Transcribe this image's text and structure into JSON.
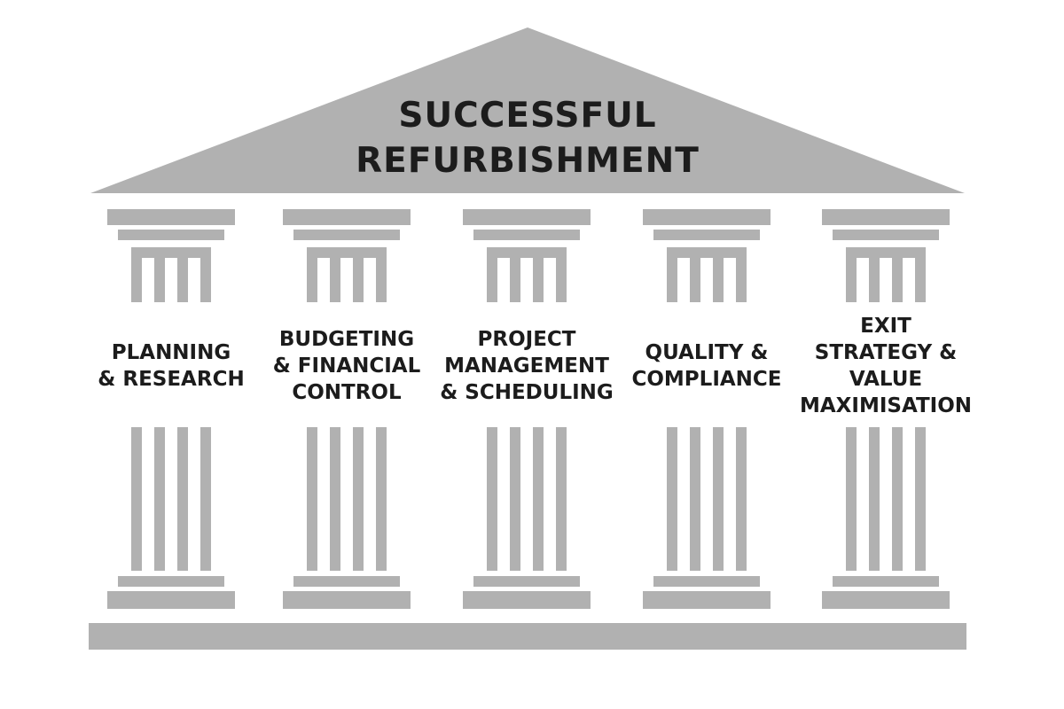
{
  "colors": {
    "stone": "#b1b1b1",
    "text": "#1c1c1c",
    "background": "#ffffff"
  },
  "roof": {
    "title_lines": [
      "SUCCESSFUL",
      "REFURBISHMENT"
    ]
  },
  "pillars": [
    {
      "lines": [
        "PLANNING",
        "& RESEARCH"
      ]
    },
    {
      "lines": [
        "BUDGETING",
        "& FINANCIAL",
        "CONTROL"
      ]
    },
    {
      "lines": [
        "PROJECT",
        "MANAGEMENT",
        "& SCHEDULING"
      ]
    },
    {
      "lines": [
        "QUALITY &",
        "COMPLIANCE"
      ]
    },
    {
      "lines": [
        "EXIT",
        "STRATEGY &",
        "VALUE",
        "MAXIMISATION"
      ]
    }
  ]
}
